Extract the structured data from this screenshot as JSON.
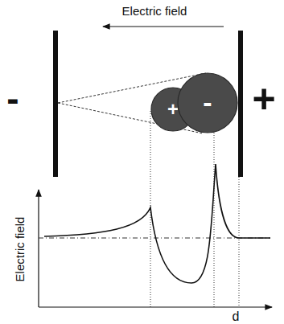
{
  "diagram": {
    "nodes": [
      {
        "text": [
          "+"
        ]
      },
      {
        "text": [
          "-"
        ]
      }
    ],
    "labels": [
      "Electric field",
      "-",
      "+",
      "Electric field",
      "d"
    ]
  }
}
